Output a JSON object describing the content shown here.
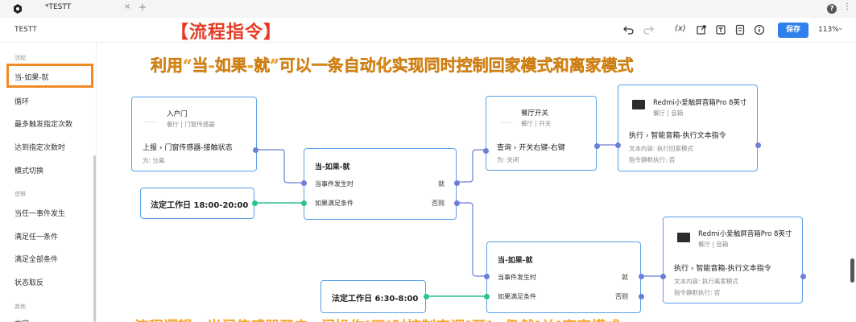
{
  "tabbar": {
    "tab_title": "*TESTT",
    "close_glyph": "×",
    "add_glyph": "+",
    "help_glyph": "?",
    "more_glyph": "⋮"
  },
  "header": {
    "doc_title": "TESTT",
    "banner": "【流程指令】",
    "fx_label": "(x)",
    "save_label": "保存",
    "zoom": "113%",
    "zoom_caret": "⌄"
  },
  "sidebar": {
    "section_flow": "流程",
    "highlighted_item": "当-如果-就",
    "items_flow": [
      "循环",
      "最多触发指定次数",
      "达到指定次数时",
      "模式切换"
    ],
    "section_logic": "逻辑",
    "items_logic": [
      "当任一事件发生",
      "满足任一条件",
      "满足全部条件",
      "状态取反"
    ],
    "section_other": "其他",
    "item_cut": "文字"
  },
  "canvas": {
    "subtitle": "利用“当-如果-就”可以一条自动化实现同时控制回家模式和离家模式",
    "bottom_text": "流程逻辑：当门传感器开启→门操作[正]时控制空调[开]→仍然[关]离家模式",
    "door_sensor": {
      "name": "入户门",
      "sub": "餐厅 | 门窗传感器",
      "action": "上报 › 门窗传感器-接触状态",
      "param": "为: 分离"
    },
    "time1": {
      "label": "法定工作日 18:00-20:00"
    },
    "time2": {
      "label": "法定工作日 6:30-8:00"
    },
    "cond1": {
      "title": "当-如果-就",
      "when": "当事件发生时",
      "if": "如果满足条件",
      "then": "就",
      "else": "否则"
    },
    "cond2": {
      "title": "当-如果-就",
      "when": "当事件发生时",
      "if": "如果满足条件",
      "then": "就",
      "else": "否则"
    },
    "switch": {
      "name": "餐厅开关",
      "sub": "餐厅 | 开关",
      "action": "查询 › 开关右键-右键",
      "param": "为: 关闭"
    },
    "speaker1": {
      "name": "Redmi小爱触屏音箱Pro 8英寸",
      "sub": "餐厅 | 音箱",
      "action": "执行 › 智能音箱-执行文本指令",
      "text": "文本内容: 执行回家模式",
      "silent": "指令静默执行: 否"
    },
    "speaker2": {
      "name": "Redmi小爱触屏音箱Pro 8英寸",
      "sub": "餐厅 | 音箱",
      "action": "执行 › 智能音箱-执行文本指令",
      "text": "文本内容: 执行离家模式",
      "silent": "指令静默执行: 否"
    }
  },
  "colors": {
    "accent": "#2f80ed",
    "node_border": "#5aa0e8",
    "wire": "#6b7fd7",
    "wire_green": "#2bc48a",
    "title_red": "#e63a25",
    "overlay_orange": "#f5a623",
    "highlight_box": "#f08a24"
  },
  "icons": [
    "app-logo-icon",
    "undo-icon",
    "redo-icon",
    "variable-icon",
    "export-icon",
    "text-icon",
    "note-icon",
    "info-icon",
    "help-icon",
    "more-icon",
    "speaker-icon"
  ]
}
